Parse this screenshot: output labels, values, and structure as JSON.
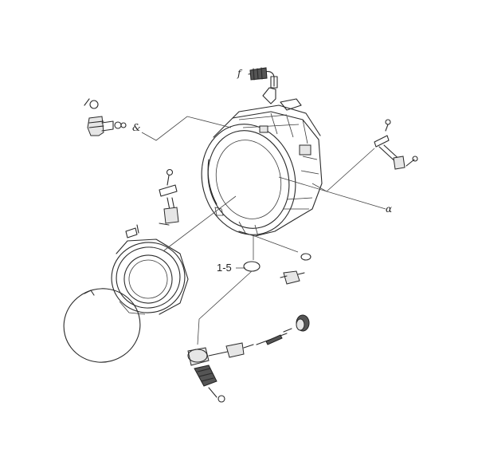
{
  "labels": {
    "callout_range": "1-5",
    "mark_f": "f",
    "mark_a_top": "&",
    "mark_alpha": "α"
  }
}
